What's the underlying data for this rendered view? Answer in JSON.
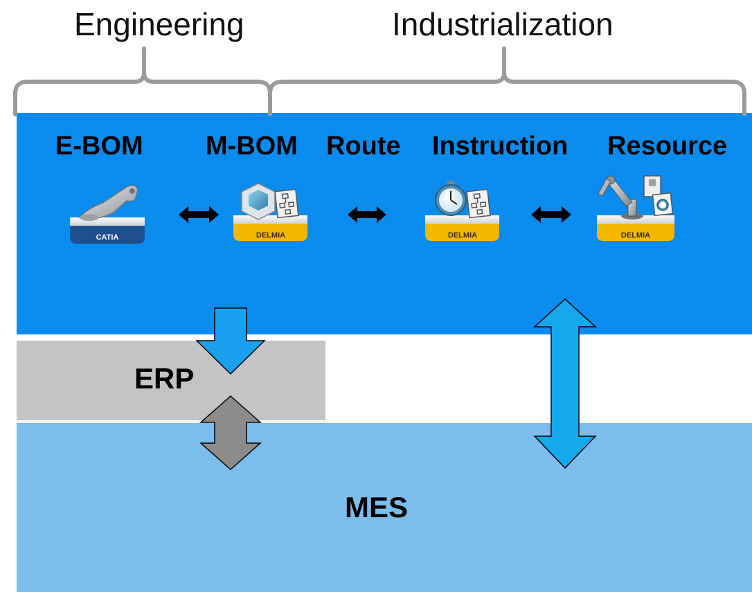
{
  "groups": {
    "engineering": "Engineering",
    "industrialization": "Industrialization"
  },
  "steps": [
    {
      "label": "E-BOM",
      "brand": "CATIA",
      "icon": "bracket-part-icon"
    },
    {
      "label": "M-BOM",
      "brand": "DELMIA",
      "icon": "mbom-cube-icon"
    },
    {
      "label": "Route",
      "brand": "",
      "icon": ""
    },
    {
      "label": "Instruction",
      "brand": "DELMIA",
      "icon": "stopwatch-icon"
    },
    {
      "label": "Resource",
      "brand": "DELMIA",
      "icon": "robot-arm-icon"
    }
  ],
  "bands": {
    "erp": "ERP",
    "mes": "MES"
  },
  "colors": {
    "plm_band": "#0a8cee",
    "erp_band": "#c4c4c4",
    "mes_band": "#7dbdee",
    "brace": "#9b9b9b",
    "catia_base": "#1f4f8f",
    "delmia_base": "#f5b800",
    "arrow_blue": "#1ba0f0",
    "arrow_gray": "#8c8c8c"
  }
}
